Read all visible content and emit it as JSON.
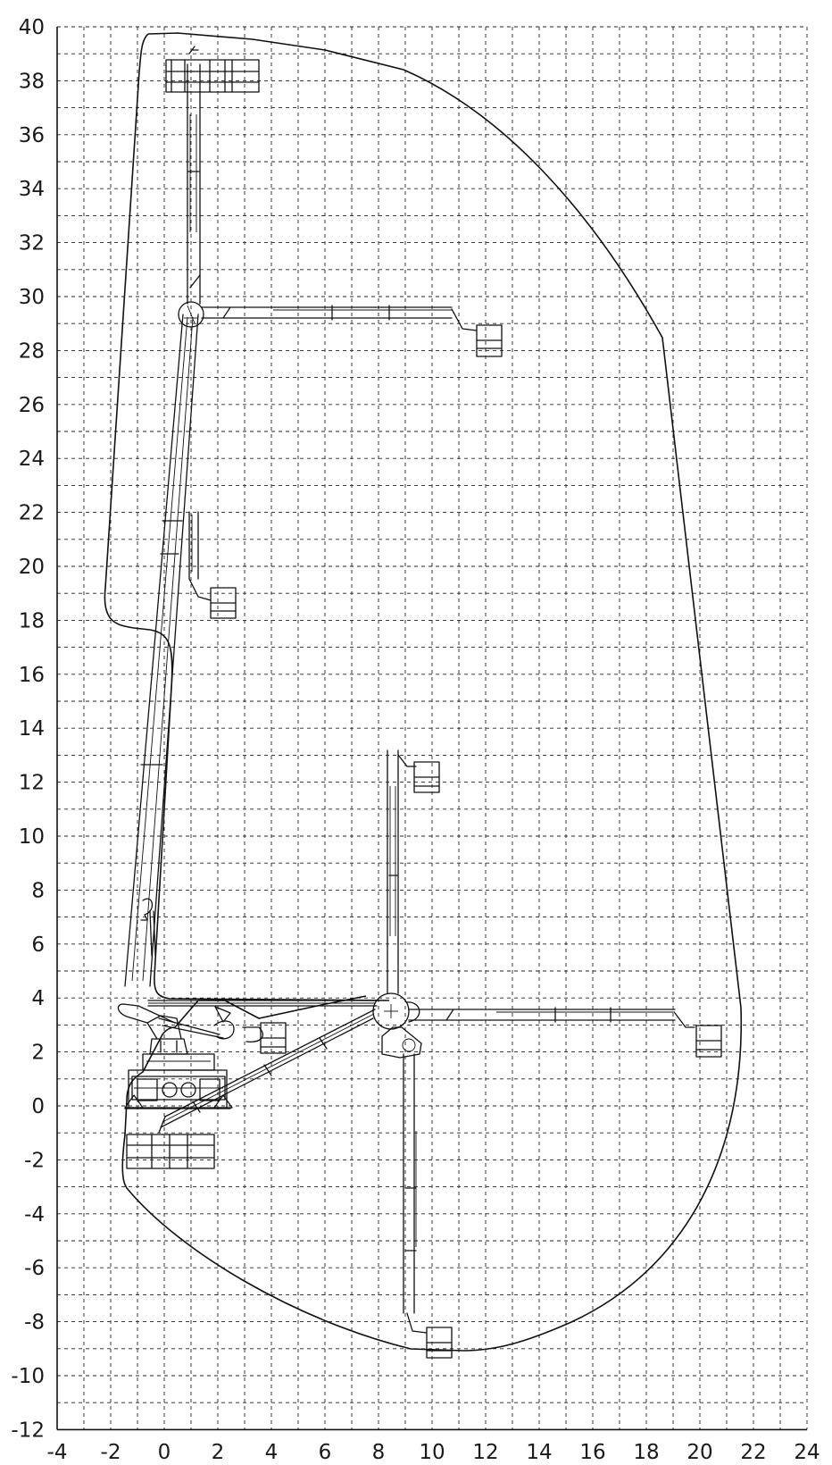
{
  "diagram": {
    "x_axis": {
      "ticks": [
        "-4",
        "-2",
        "0",
        "2",
        "4",
        "6",
        "8",
        "10",
        "12",
        "14",
        "16",
        "18",
        "20",
        "22",
        "24"
      ],
      "values": [
        -4,
        -2,
        0,
        2,
        4,
        6,
        8,
        10,
        12,
        14,
        16,
        18,
        20,
        22,
        24
      ],
      "range": [
        -4,
        24
      ]
    },
    "y_axis": {
      "ticks": [
        "40",
        "38",
        "36",
        "34",
        "32",
        "30",
        "28",
        "26",
        "24",
        "22",
        "20",
        "18",
        "16",
        "14",
        "12",
        "10",
        "8",
        "6",
        "4",
        "2",
        "0",
        "-2",
        "-4",
        "-6",
        "-8",
        "-10",
        "-12"
      ],
      "values": [
        40,
        38,
        36,
        34,
        32,
        30,
        28,
        26,
        24,
        22,
        20,
        18,
        16,
        14,
        12,
        10,
        8,
        6,
        4,
        2,
        0,
        -2,
        -4,
        -6,
        -8,
        -10,
        -12
      ],
      "range": [
        -12,
        40
      ]
    },
    "grid": "dashed",
    "grid_step": 1,
    "line_color": "#111111",
    "background": "#ffffff"
  }
}
